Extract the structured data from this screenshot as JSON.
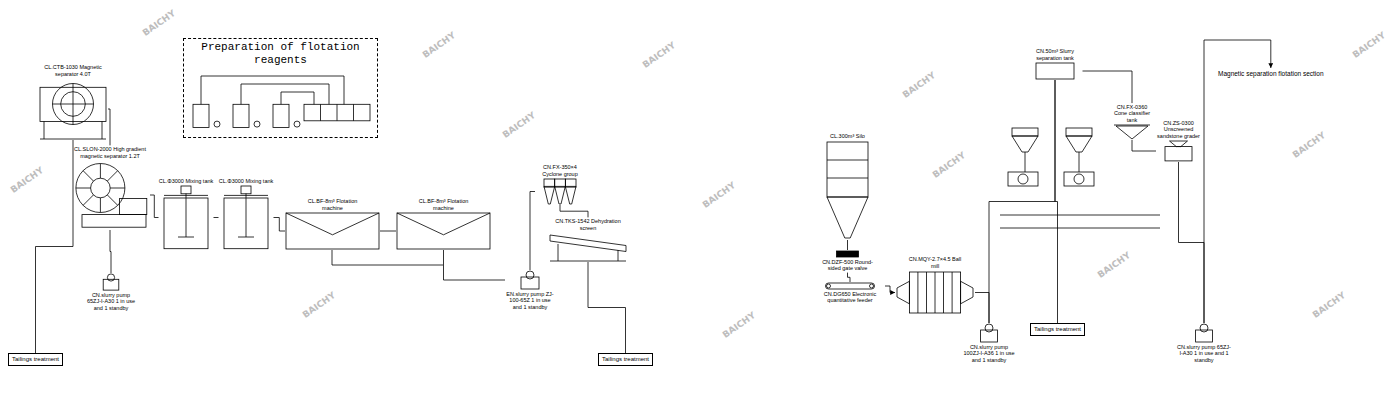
{
  "diagram": {
    "nodes": [
      {
        "text": [
          "Preparation of flotation reagents"
        ]
      },
      {
        "text": [
          "CL.CTB-1030 Magnetic separator 4.0T"
        ]
      },
      {
        "text": [
          "CL.SLON-2000 High gradient magnetic separator 1.2T"
        ]
      },
      {
        "text": [
          "CL.Φ3000 Mixing tank"
        ]
      },
      {
        "text": [
          "CL.Φ3000 Mixing tank"
        ]
      },
      {
        "text": [
          "CL.BF-8m³ Flotation machine"
        ]
      },
      {
        "text": [
          "CL.BF-8m³ Flotation machine"
        ]
      },
      {
        "text": [
          "CN.FX-350×4 Cyclone group"
        ]
      },
      {
        "text": [
          "CN.TKS-1542 Dehydration screen"
        ]
      },
      {
        "text": [
          "CN.slurry pump 65ZJ-I-A30 1 in use and 1 standby"
        ]
      },
      {
        "text": [
          "EN.slurry pump ZJ-100-65Z 1 in use and 1 standby"
        ]
      },
      {
        "text": [
          "Tailings treatment"
        ]
      },
      {
        "text": [
          "Tailings treatment"
        ]
      },
      {
        "text": [
          "CL.300m³ Silo"
        ]
      },
      {
        "text": [
          "CN.DZF-500 Round-sided gate valve"
        ]
      },
      {
        "text": [
          "CN.DG650 Electronic quantitative feeder"
        ]
      },
      {
        "text": [
          "CN.MQY-2.7×4.5 Ball mill"
        ]
      },
      {
        "text": [
          "CN.slurry pump 100ZJ-I-A36 1 in use and 1 standby"
        ]
      },
      {
        "text": [
          "Tailings treatment"
        ]
      },
      {
        "text": [
          "CN.50m³ Slurry separation tank"
        ]
      },
      {
        "text": [
          "CN.FX-0360 Cone classifier tank"
        ]
      },
      {
        "text": [
          "CN.ZS-0300 Unscreened sandstone grader"
        ]
      },
      {
        "text": [
          "CN.slurry pump 65ZJ-I-A30 1 in use and 1 standby"
        ]
      },
      {
        "text": [
          "Magnetic separation flotation section"
        ]
      }
    ],
    "edges": [
      {
        "from": 1,
        "to": 11,
        "arrow": "none"
      },
      {
        "from": 1,
        "to": 2,
        "arrow": "none"
      },
      {
        "from": 2,
        "to": 9,
        "arrow": "none"
      },
      {
        "from": 2,
        "to": 3,
        "arrow": "none"
      },
      {
        "from": 3,
        "to": 4,
        "arrow": "none"
      },
      {
        "from": 4,
        "to": 5,
        "arrow": "none"
      },
      {
        "from": 5,
        "to": 6,
        "arrow": "none"
      },
      {
        "from": 6,
        "to": 10,
        "arrow": "none"
      },
      {
        "from": 10,
        "to": 7,
        "arrow": "none"
      },
      {
        "from": 7,
        "to": 8,
        "arrow": "none"
      },
      {
        "from": 8,
        "to": 12,
        "arrow": "none"
      },
      {
        "from": 13,
        "to": 14,
        "arrow": "none"
      },
      {
        "from": 14,
        "to": 15,
        "arrow": "none"
      },
      {
        "from": 15,
        "to": 16,
        "arrow": "to"
      },
      {
        "from": 16,
        "to": 17,
        "arrow": "none"
      },
      {
        "from": 17,
        "to": 19,
        "arrow": "none"
      },
      {
        "from": 19,
        "to": 18,
        "arrow": "none"
      },
      {
        "from": 19,
        "to": 20,
        "arrow": "none"
      },
      {
        "from": 20,
        "to": 21,
        "arrow": "none"
      },
      {
        "from": 21,
        "to": 22,
        "arrow": "none"
      },
      {
        "from": 22,
        "to": 23,
        "arrow": "to"
      }
    ],
    "labels": [
      "BAICHY",
      "BAICHY",
      "BAICHY",
      "BAICHY",
      "BAICHY",
      "BAICHY",
      "BAICHY",
      "BAICHY",
      "BAICHY",
      "BAICHY",
      "BAICHY",
      "BAICHY",
      "BAICHY",
      "BAICHY"
    ]
  }
}
